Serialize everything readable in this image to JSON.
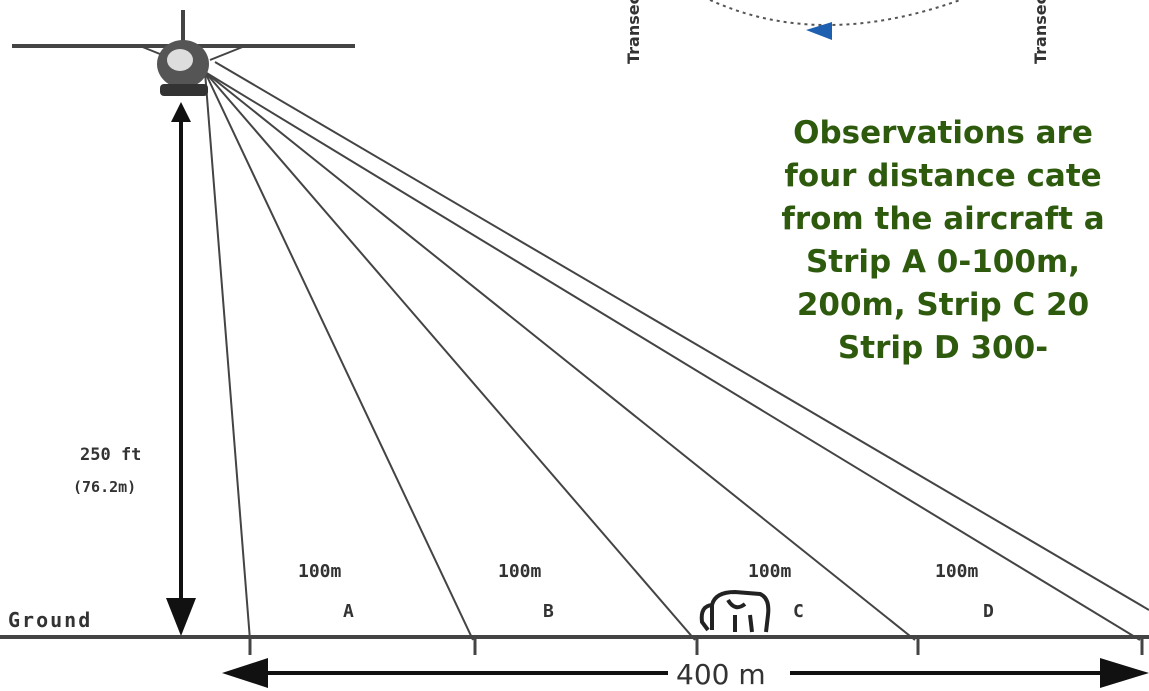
{
  "transect_labels": [
    "Transect",
    "Transect"
  ],
  "height_label": "250 ft",
  "height_metric": "(76.2m)",
  "ground_label": "Ground",
  "strips": [
    {
      "distance": "100m",
      "letter": "A"
    },
    {
      "distance": "100m",
      "letter": "B"
    },
    {
      "distance": "100m",
      "letter": "C"
    },
    {
      "distance": "100m",
      "letter": "D"
    }
  ],
  "total_width": "400 m",
  "caption_lines": [
    "Observations are",
    "four distance cate",
    "from the aircraft a",
    "Strip A 0-100m,",
    "200m, Strip C 20",
    "Strip D 300-"
  ],
  "colors": {
    "caption": "#2e5a0e",
    "flight_path_arrow": "#1e5fb0"
  },
  "icons": [
    "helicopter-icon",
    "elephant-icon"
  ]
}
